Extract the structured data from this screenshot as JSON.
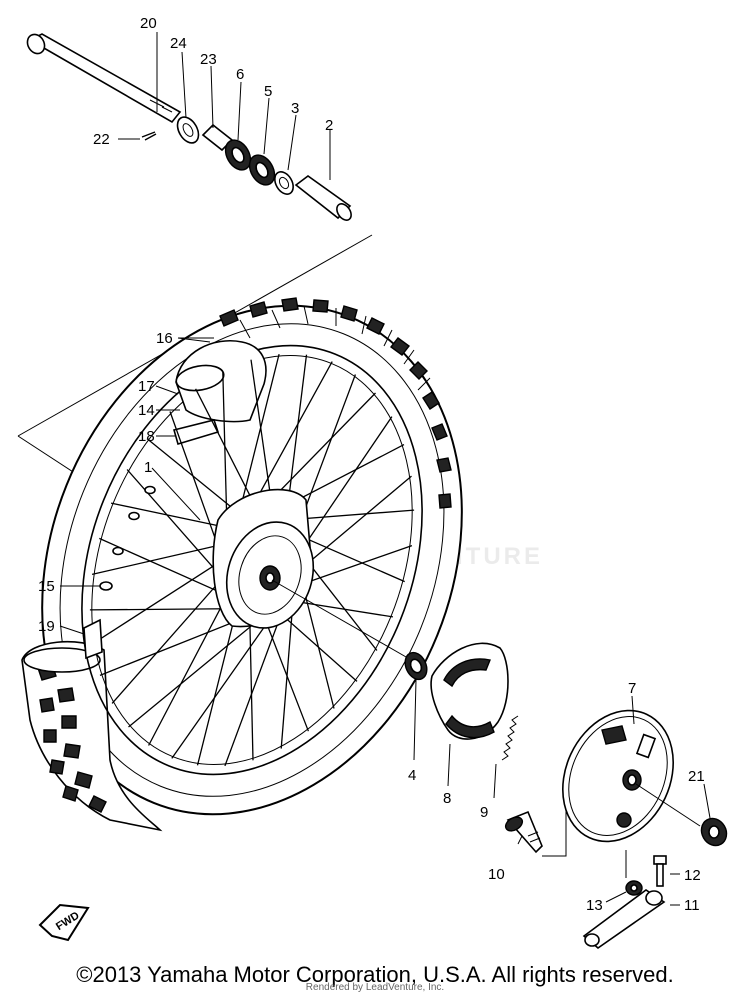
{
  "callouts": {
    "c20": "20",
    "c24": "24",
    "c23": "23",
    "c6": "6",
    "c5": "5",
    "c3": "3",
    "c2": "2",
    "c22": "22",
    "c16": "16",
    "c17": "17",
    "c14": "14",
    "c18": "18",
    "c1": "1",
    "c15": "15",
    "c19": "19",
    "c4": "4",
    "c8": "8",
    "c9": "9",
    "c10": "10",
    "c7": "7",
    "c21": "21",
    "c12": "12",
    "c13": "13",
    "c11": "11"
  },
  "fwd_label": "FWD",
  "watermark": "LEADVENTURE",
  "copyright": "©2013 Yamaha Motor Corporation, U.S.A. All rights reserved.",
  "rendered_by": "Rendered by LeadVenture, Inc."
}
